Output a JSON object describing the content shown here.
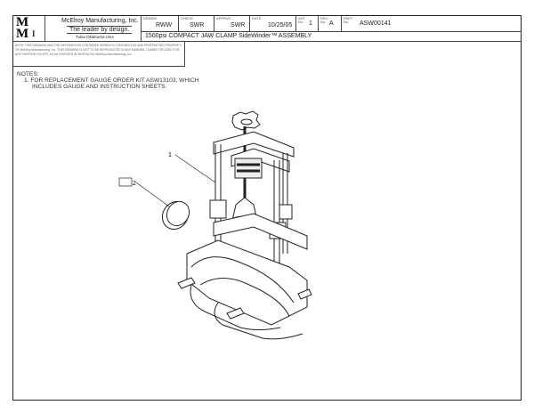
{
  "title_block": {
    "company": "McElroy Manufacturing, Inc.",
    "tagline": "The leader by design.",
    "location": "Tulsa Oklahoma USA",
    "logo_text": "MMI",
    "drawn_label": "DRAWN",
    "drawn": "RWW",
    "check_label": "CHECK",
    "check": "SWR",
    "approved_label": "APPRVD",
    "approved": "SWR",
    "date_label": "DATE",
    "date": "10/25/05",
    "sheet_label": "SHT No.",
    "sheet": "1",
    "rev_label": "REV No.",
    "rev": "A",
    "part_label": "PART No.",
    "part": "ASW00141",
    "title": "1500psi COMPACT JAW CLAMP SideWinder™ ASSEMBLY"
  },
  "notice": "NOTE: THIS DRAWING AND THE INFORMATION CONTAINED HEREIN IS CONFIDENTIAL AND PROPRIETARY PROPERTY OF McElroy Manufacturing, Inc. THIS DRAWING IS NOT TO BE REPRODUCED IN ANY MANNER, LOANED OR USED FOR ANY PURPOSE EXCEPT AS AUTHORIZED IN WRITING BY McElroy Manufacturing, Inc.",
  "notes": {
    "heading": "NOTES:",
    "items": [
      "1. FOR REPLACEMENT GAUGE ORDER KIT ASW13103, WHICH",
      "INCLUDES GAUGE AND INSTRUCTION SHEETS."
    ]
  },
  "callouts": [
    "1",
    "2"
  ]
}
